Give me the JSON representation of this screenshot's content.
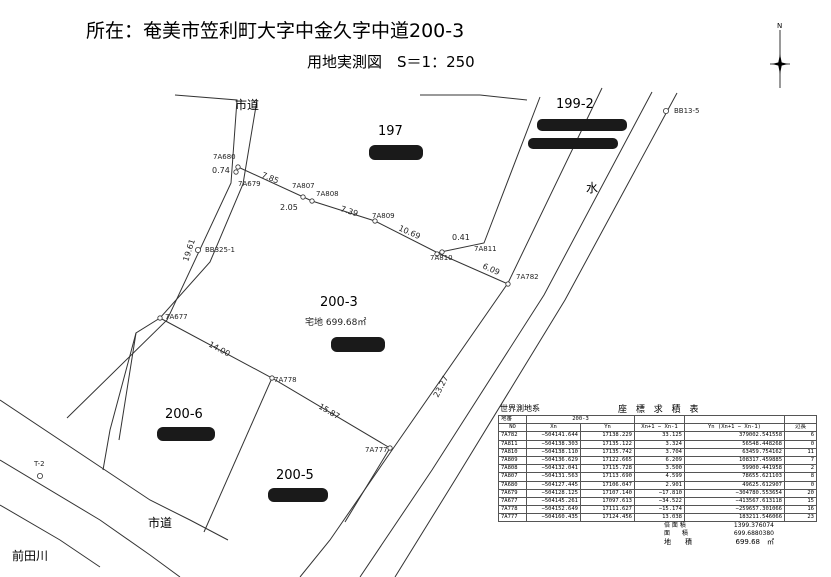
{
  "header": {
    "title": "所在：奄美市笠利町大字中金久字中道200-3",
    "subtitle": "用地実測図　S＝1：250"
  },
  "lots": {
    "lot_197": "197",
    "lot_199_2": "199-2",
    "lot_200_3": "200-3",
    "lot_200_3_use": "宅地 699.68㎡",
    "lot_200_6": "200-6",
    "lot_200_5": "200-5"
  },
  "roads": {
    "city_road_north": "市道",
    "city_road_south": "市道",
    "waterway": "水",
    "river": "前田川"
  },
  "points": {
    "p7a680": "7A680",
    "p7a679": "7A679",
    "p7a807": "7A807",
    "p7a808": "7A808",
    "p7a809": "7A809",
    "p7a810": "7A810",
    "p7a811": "7A811",
    "p7a782": "7A782",
    "p7a677": "7A677",
    "p7a778": "7A778",
    "p7a777": "7A777",
    "bb325_1": "BB325-1",
    "bb13_5": "BB13-5",
    "t2": "T-2"
  },
  "distances": {
    "d074": "0.74",
    "d785": "7.85",
    "d205": "2.05",
    "d739": "7.39",
    "d1069": "10.69",
    "d041": "0.41",
    "d609": "6.09",
    "d1961": "19.61",
    "d1400": "14.00",
    "d1587": "15.87",
    "d2327": "23.27"
  },
  "compass": {
    "north_label": "N"
  },
  "table": {
    "system": "世界測地系",
    "title": "座 標 求 積 表",
    "lot_label": "地番",
    "lot_value": "200-3",
    "headers": [
      "NO",
      "Xn",
      "Yn",
      "Xn+1 − Xn-1",
      "Yn (Xn+1 − Xn-1)",
      "辺長"
    ],
    "rows": [
      [
        "7A782",
        "−504141.644",
        "17138.229",
        "33.125",
        "379002.541558",
        "6"
      ],
      [
        "7A811",
        "−504138.303",
        "17135.122",
        "3.324",
        "56548.448268",
        "0"
      ],
      [
        "7A810",
        "−504138.110",
        "17135.742",
        "3.704",
        "63459.754162",
        "11"
      ],
      [
        "7A809",
        "−504136.629",
        "17122.665",
        "6.209",
        "108317.459885",
        "7"
      ],
      [
        "7A808",
        "−504132.041",
        "17115.728",
        "3.500",
        "59900.441958",
        "2"
      ],
      [
        "7A807",
        "−504131.563",
        "17113.690",
        "4.599",
        "78655.621103",
        "8"
      ],
      [
        "7A680",
        "−504127.445",
        "17106.047",
        "2.901",
        "49625.612907",
        "0"
      ],
      [
        "7A679",
        "−504128.125",
        "17107.140",
        "−17.810",
        "−304780.553654",
        "20"
      ],
      [
        "7A677",
        "−504145.261",
        "17097.613",
        "−34.522",
        "−413567.613118",
        "15"
      ],
      [
        "7A778",
        "−504152.649",
        "17111.627",
        "−15.174",
        "−259657.301066",
        "16"
      ],
      [
        "7A777",
        "−504160.435",
        "17124.456",
        "13.038",
        "183211.546066",
        "23"
      ]
    ],
    "sum_label": "倍 面 積",
    "sum_value": "1399.376074",
    "area_label": "面　　積",
    "area_value": "699.6880380",
    "land_label": "地　　積",
    "land_value": "699.68　㎡"
  }
}
